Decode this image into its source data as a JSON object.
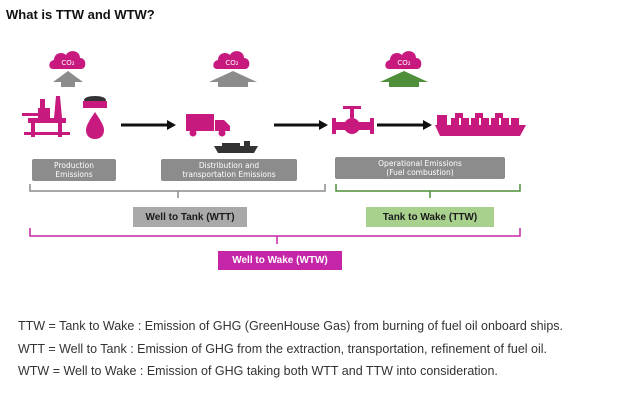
{
  "title": "What is TTW and WTW?",
  "co2_label": "CO₂",
  "stages": {
    "production": {
      "line1": "Production",
      "line2": "Emissions"
    },
    "distribution": {
      "line1": "Distribution and",
      "line2": "transportation Emissions"
    },
    "operational": {
      "line1": "Operational Emissions",
      "line2": "(Fuel combustion)"
    }
  },
  "bands": {
    "wtt": "Well to Tank (WTT)",
    "ttw": "Tank to Wake (TTW)",
    "wtw": "Well to Wake (WTW)"
  },
  "colors": {
    "magenta": "#c8197e",
    "gray_arrow": "#8c8c8c",
    "green_arrow": "#4f8f3a",
    "wtt_band": "#a9a9a9",
    "ttw_band": "#a9d18e",
    "wtw_band": "#c526a8"
  },
  "icons": [
    "cloud-icon",
    "oil-platform-icon",
    "coal-cart-icon",
    "oil-drop-icon",
    "truck-icon",
    "barge-icon",
    "valve-icon",
    "container-ship-icon"
  ],
  "definitions": [
    "TTW = Tank to Wake : Emission of GHG (GreenHouse Gas) from burning of fuel oil onboard ships.",
    "WTT = Well to Tank : Emission of GHG from the extraction, transportation, refinement of fuel oil.",
    "WTW = Well to Wake : Emission of GHG taking both WTT and TTW into consideration."
  ]
}
